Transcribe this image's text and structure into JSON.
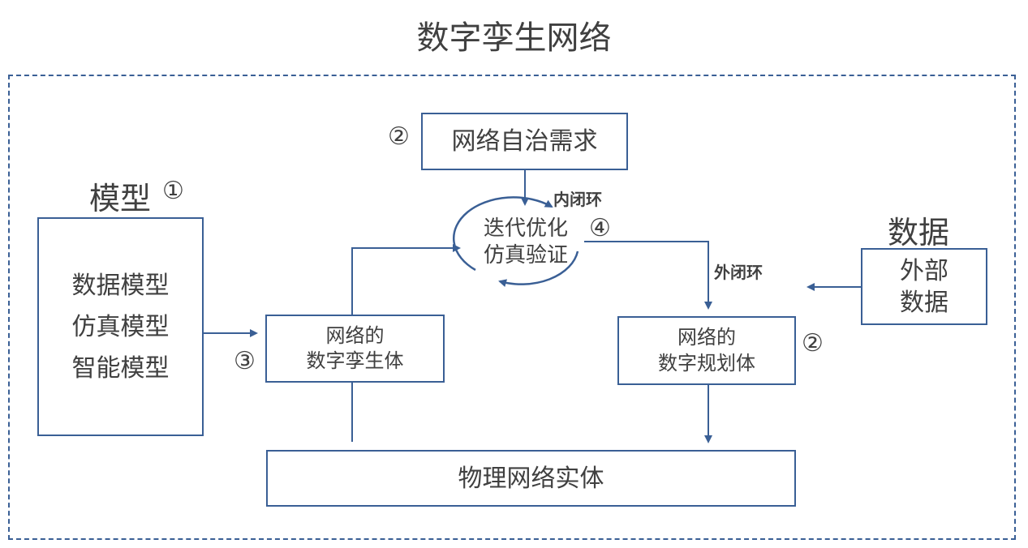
{
  "title": "数字孪生网络",
  "model": {
    "heading": "模型",
    "marker": "①",
    "items": [
      "数据模型",
      "仿真模型",
      "智能模型"
    ]
  },
  "data_side": {
    "heading": "数据",
    "box_lines": [
      "外部",
      "数据"
    ]
  },
  "autonomy": {
    "label": "网络自治需求",
    "marker": "②"
  },
  "center": {
    "lines": [
      "迭代优化",
      "仿真验证"
    ],
    "marker": "④",
    "inner_loop": "内闭环",
    "outer_loop": "外闭环"
  },
  "twin": {
    "lines": [
      "网络的",
      "数字孪生体"
    ],
    "marker": "③"
  },
  "planner": {
    "lines": [
      "网络的",
      "数字规划体"
    ],
    "marker": "②"
  },
  "physical": {
    "label": "物理网络实体"
  },
  "colors": {
    "line": "#3a5f95",
    "text": "#404040"
  }
}
